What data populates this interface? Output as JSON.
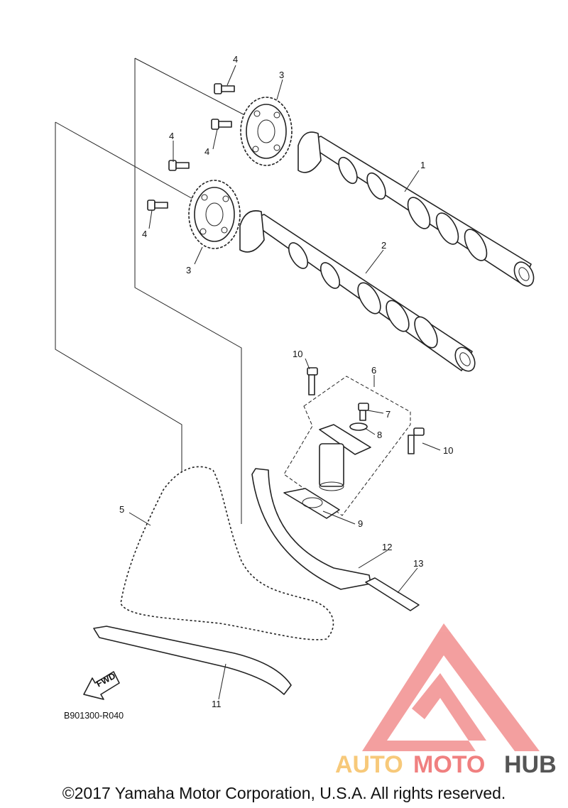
{
  "diagram": {
    "callouts": [
      {
        "id": "1",
        "text": "1"
      },
      {
        "id": "2",
        "text": "2"
      },
      {
        "id": "3a",
        "text": "3"
      },
      {
        "id": "3b",
        "text": "3"
      },
      {
        "id": "4a",
        "text": "4"
      },
      {
        "id": "4b",
        "text": "4"
      },
      {
        "id": "4c",
        "text": "4"
      },
      {
        "id": "4d",
        "text": "4"
      },
      {
        "id": "5",
        "text": "5"
      },
      {
        "id": "6",
        "text": "6"
      },
      {
        "id": "7",
        "text": "7"
      },
      {
        "id": "8",
        "text": "8"
      },
      {
        "id": "9",
        "text": "9"
      },
      {
        "id": "10a",
        "text": "10"
      },
      {
        "id": "10b",
        "text": "10"
      },
      {
        "id": "11",
        "text": "11"
      },
      {
        "id": "12",
        "text": "12"
      },
      {
        "id": "13",
        "text": "13"
      }
    ],
    "fwd_label": "FWD",
    "diagram_code": "B901300-R040"
  },
  "watermark": {
    "part1": "AUTO",
    "part2": "MOTO",
    "part3": "HUB",
    "color_triangle": "#f08080",
    "color_auto": "#f7c97a",
    "color_moto": "#f08080",
    "color_hub": "#555555"
  },
  "footer": {
    "copyright": "©2017 Yamaha Motor Corporation, U.S.A. All rights reserved."
  }
}
